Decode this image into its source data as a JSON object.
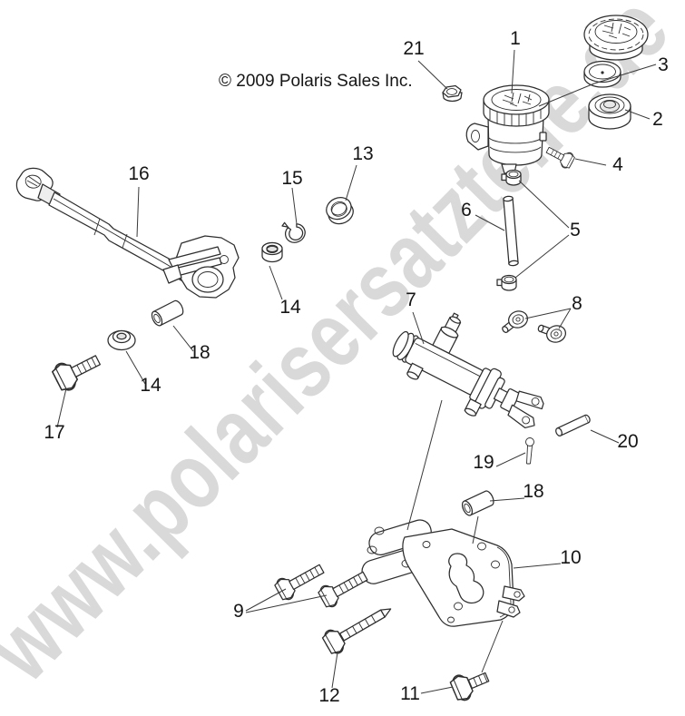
{
  "copyright": "© 2009 Polaris Sales Inc.",
  "watermark": {
    "text": "www.polarisersatzteile.de",
    "color": "#d9d9d9"
  },
  "colors": {
    "line": "#2e2e2e",
    "label": "#161616",
    "leader": "#3a3a3a",
    "background": "#ffffff"
  },
  "callouts": {
    "c1": "1",
    "c2": "2",
    "c3": "3",
    "c4": "4",
    "c5": "5",
    "c6": "6",
    "c7": "7",
    "c8": "8",
    "c9": "9",
    "c10": "10",
    "c11": "11",
    "c12": "12",
    "c13": "13",
    "c14a": "14",
    "c14b": "14",
    "c15": "15",
    "c16": "16",
    "c17": "17",
    "c18a": "18",
    "c18b": "18",
    "c19": "19",
    "c20": "20",
    "c21": "21"
  }
}
